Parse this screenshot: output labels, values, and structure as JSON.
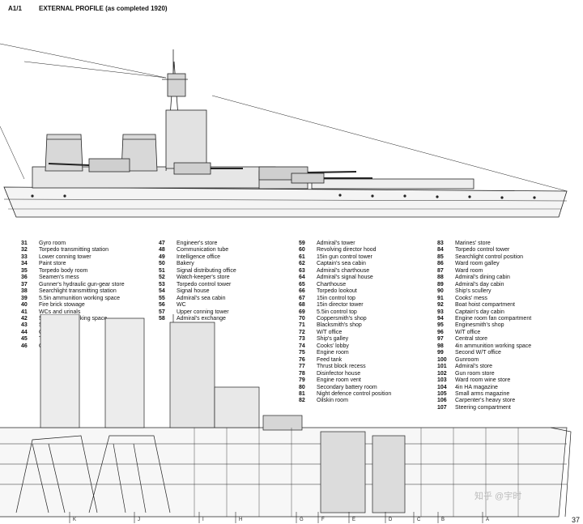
{
  "caption": {
    "ref": "A1/1",
    "title": "EXTERNAL PROFILE (as completed 1920)"
  },
  "legend": {
    "columns": [
      [
        {
          "num": "31",
          "label": "Gyro room"
        },
        {
          "num": "32",
          "label": "Torpedo transmitting station"
        },
        {
          "num": "33",
          "label": "Lower conning tower"
        },
        {
          "num": "34",
          "label": "Paint store"
        },
        {
          "num": "35",
          "label": "Torpedo body room"
        },
        {
          "num": "36",
          "label": "Seamen's mess"
        },
        {
          "num": "37",
          "label": "Gunner's hydraulic gun-gear store"
        },
        {
          "num": "38",
          "label": "Searchlight transmitting station"
        },
        {
          "num": "39",
          "label": "5.5in ammunition working space"
        },
        {
          "num": "40",
          "label": "Fire brick stowage"
        },
        {
          "num": "41",
          "label": "WCs and urinals"
        },
        {
          "num": "42",
          "label": "Shipwright's working space"
        },
        {
          "num": "43",
          "label": "Sick bay"
        },
        {
          "num": "44",
          "label": "Crew space"
        },
        {
          "num": "45",
          "label": "Third W/T office"
        },
        {
          "num": "46",
          "label": "Captain's office"
        }
      ],
      [
        {
          "num": "47",
          "label": "Engineer's store"
        },
        {
          "num": "48",
          "label": "Communication tube"
        },
        {
          "num": "49",
          "label": "Intelligence office"
        },
        {
          "num": "50",
          "label": "Bakery"
        },
        {
          "num": "51",
          "label": "Signal distributing office"
        },
        {
          "num": "52",
          "label": "Watch-keeper's store"
        },
        {
          "num": "53",
          "label": "Torpedo control tower"
        },
        {
          "num": "54",
          "label": "Signal house"
        },
        {
          "num": "55",
          "label": "Admiral's sea cabin"
        },
        {
          "num": "56",
          "label": "WC"
        },
        {
          "num": "57",
          "label": "Upper conning tower"
        },
        {
          "num": "58",
          "label": "Admiral's exchange"
        }
      ],
      [
        {
          "num": "59",
          "label": "Admiral's tower"
        },
        {
          "num": "60",
          "label": "Revolving director hood"
        },
        {
          "num": "61",
          "label": "15in gun control tower"
        },
        {
          "num": "62",
          "label": "Captain's sea cabin"
        },
        {
          "num": "63",
          "label": "Admiral's charthouse"
        },
        {
          "num": "64",
          "label": "Admiral's signal house"
        },
        {
          "num": "65",
          "label": "Charthouse"
        },
        {
          "num": "66",
          "label": "Torpedo lookout"
        },
        {
          "num": "67",
          "label": "15in control top"
        },
        {
          "num": "68",
          "label": "15in director tower"
        },
        {
          "num": "69",
          "label": "5.5in control top"
        },
        {
          "num": "70",
          "label": "Coppersmith's shop"
        },
        {
          "num": "71",
          "label": "Blacksmith's shop"
        },
        {
          "num": "72",
          "label": "W/T office"
        },
        {
          "num": "73",
          "label": "Ship's galley"
        },
        {
          "num": "74",
          "label": "Cooks' lobby"
        },
        {
          "num": "75",
          "label": "Engine room"
        },
        {
          "num": "76",
          "label": "Feed tank"
        },
        {
          "num": "77",
          "label": "Thrust block recess"
        },
        {
          "num": "78",
          "label": "Disinfector house"
        },
        {
          "num": "79",
          "label": "Engine room vent"
        },
        {
          "num": "80",
          "label": "Secondary battery room"
        },
        {
          "num": "81",
          "label": "Night defence control position"
        },
        {
          "num": "82",
          "label": "Oilskin room"
        }
      ],
      [
        {
          "num": "83",
          "label": "Marines' store"
        },
        {
          "num": "84",
          "label": "Torpedo control tower"
        },
        {
          "num": "85",
          "label": "Searchlight control position"
        },
        {
          "num": "86",
          "label": "Ward room galley"
        },
        {
          "num": "87",
          "label": "Ward room"
        },
        {
          "num": "88",
          "label": "Admiral's dining cabin"
        },
        {
          "num": "89",
          "label": "Admiral's day cabin"
        },
        {
          "num": "90",
          "label": "Ship's scullery"
        },
        {
          "num": "91",
          "label": "Cooks' mess"
        },
        {
          "num": "92",
          "label": "Boat hoist compartment"
        },
        {
          "num": "93",
          "label": "Captain's day cabin"
        },
        {
          "num": "94",
          "label": "Engine room fan compartment"
        },
        {
          "num": "95",
          "label": "Enginesmith's shop"
        },
        {
          "num": "96",
          "label": "W/T office"
        },
        {
          "num": "97",
          "label": "Central store"
        },
        {
          "num": "98",
          "label": "4in ammunition working space"
        },
        {
          "num": "99",
          "label": "Second W/T office"
        },
        {
          "num": "100",
          "label": "Gunroom"
        },
        {
          "num": "101",
          "label": "Admiral's store"
        },
        {
          "num": "102",
          "label": "Gun room store"
        },
        {
          "num": "103",
          "label": "Ward room wine store"
        },
        {
          "num": "104",
          "label": "4in HA magazine"
        },
        {
          "num": "105",
          "label": "Small arms magazine"
        },
        {
          "num": "106",
          "label": "Carpenter's heavy store"
        },
        {
          "num": "107",
          "label": "Steering compartment"
        }
      ]
    ]
  },
  "section_markers": [
    "K",
    "J",
    "I",
    "H",
    "G",
    "F",
    "E",
    "D",
    "C",
    "B",
    "A"
  ],
  "page_number": "37",
  "watermark": "知乎 @宇时"
}
